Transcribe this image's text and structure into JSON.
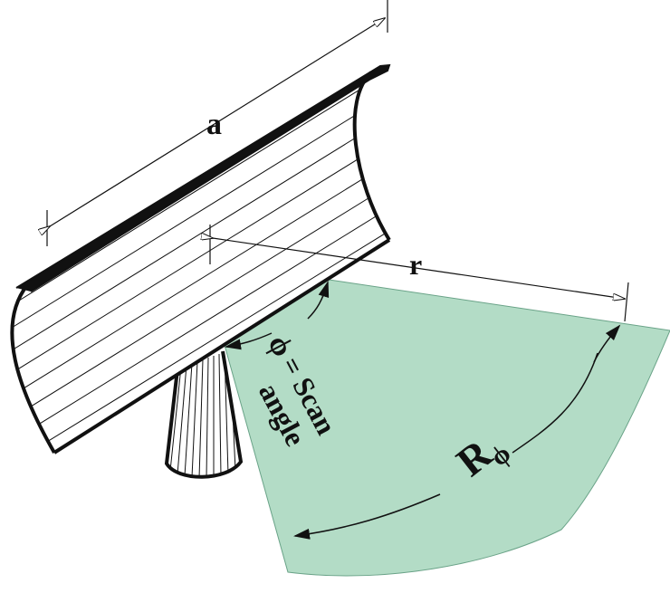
{
  "diagram": {
    "label_a": "a",
    "label_r": "r",
    "phi_symbol": "ϕ",
    "equals": "=",
    "scan_word": "Scan",
    "angle_word": "angle",
    "R_letter": "R",
    "R_subscript": "ϕ"
  },
  "colors": {
    "sector_fill": "#b3dcc6",
    "outline": "#111111",
    "background": "#ffffff"
  }
}
